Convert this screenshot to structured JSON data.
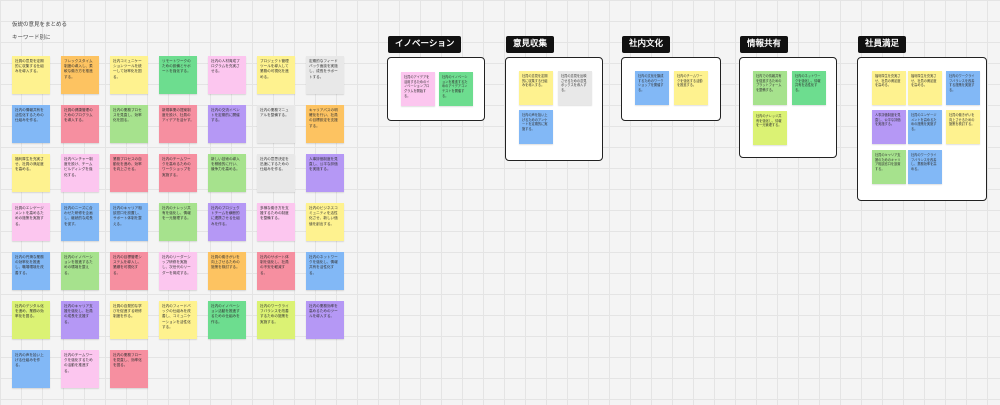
{
  "board": {
    "title": "仮説の意見をまとめる",
    "subtitle": "キーワード別に"
  },
  "colors": {
    "yellow": "#fef28f",
    "orange": "#fdc361",
    "green": "#a6e28d",
    "mint": "#6ddd8f",
    "pink": "#fcc6ef",
    "red": "#f68fa0",
    "purple": "#b598f5",
    "blue": "#82b8f6",
    "lime": "#dbf274",
    "grey": "#e8e8e8"
  },
  "left_notes": [
    {
      "text": "社員の意見を定期的に収集する仕組みを導入する。",
      "color": "yellow"
    },
    {
      "text": "フレックスタイム制度の導入し、柔軟な働き方を推進する。",
      "color": "orange"
    },
    {
      "text": "社内コミュニケーションツールを統一して効率化を図る。",
      "color": "yellow"
    },
    {
      "text": "リモートワークのための設備とサポートを強化する。",
      "color": "mint"
    },
    {
      "text": "社内の人材育成プログラムを充実させる。",
      "color": "pink"
    },
    {
      "text": "プロジェクト管理ツールを導入して業務の可視化を進める。",
      "color": "yellow"
    },
    {
      "text": "定期的なフィードバック面談を実施し、成長をサポートする。",
      "color": "grey"
    },
    {
      "text": "社内の情報共有を活性化するための仕組みを作る。",
      "color": "blue"
    },
    {
      "text": "社員の健康管理のためのプログラムを導入する。",
      "color": "red"
    },
    {
      "text": "社内の業務プロセスを見直し、効率化を図る。",
      "color": "green"
    },
    {
      "text": "新規事業の提案制度を設け、社員のアイデアを活かす。",
      "color": "red"
    },
    {
      "text": "社内の交流イベントを定期的に開催する。",
      "color": "purple"
    },
    {
      "text": "社内の業務マニュアルを整備する。",
      "color": "grey"
    },
    {
      "text": "キャリアパスの明確化を行い、社員の目標設定を支援する。",
      "color": "orange"
    },
    {
      "text": "福利厚生を充実させ、社員の満足度を高める。",
      "color": "yellow"
    },
    {
      "text": "社内ベンチャー制度を設け、チームビルディングを強化する。",
      "color": "pink"
    },
    {
      "text": "業務プロセスの自動化を進め、効率を向上させる。",
      "color": "red"
    },
    {
      "text": "社内のチームワークを高めるためのワークショップを実施する。",
      "color": "red"
    },
    {
      "text": "新しい技術の導入を積極的に行い、競争力を高める。",
      "color": "green"
    },
    {
      "text": "社内の意思決定を迅速にするための仕組みを作る。",
      "color": "grey"
    },
    {
      "text": "人事評価制度を見直し、公平な評価を実施する。",
      "color": "purple"
    },
    {
      "text": "社員のエンゲージメントを高めるための施策を実施する。",
      "color": "pink"
    },
    {
      "text": "社内のニーズに合わせた研修を企画し、継続的な成長を促す。",
      "color": "blue"
    },
    {
      "text": "社内のキャリア相談窓口を設置し、サポート体制を整える。",
      "color": "blue"
    },
    {
      "text": "社内のナレッジ共有を強化し、情報を一元管理する。",
      "color": "green"
    },
    {
      "text": "社内のプロジェクトチームを横断的に連携させる仕組みを作る。",
      "color": "purple"
    },
    {
      "text": "多様な働き方を支援するための制度を整備する。",
      "color": "pink"
    },
    {
      "text": "社内のビジネスコミュニティを活性化させ、新しい価値を創出する。",
      "color": "yellow"
    },
    {
      "text": "社内の円滑な業務の効率化を推進し、職場環境を改善する。",
      "color": "blue"
    },
    {
      "text": "社内のイノベーションを推進するための環境を整える。",
      "color": "green"
    },
    {
      "text": "社内の目標管理システムを導入し、業績を可視化する。",
      "color": "red"
    },
    {
      "text": "社内のリーダーシップ研修を実施し、次世代のリーダーを育成する。",
      "color": "pink"
    },
    {
      "text": "社員の働きがいを向上させるための施策を検討する。",
      "color": "orange"
    },
    {
      "text": "社内のサポート体制を強化し、社員の不安を軽減する。",
      "color": "red"
    },
    {
      "text": "社内のネットワークを強化し、情報共有を活性化する。",
      "color": "blue"
    },
    {
      "text": "社内のデジタル化を進め、業務の効率化を図る。",
      "color": "lime"
    },
    {
      "text": "社内のキャリア支援を強化し、社員の成長を支援する。",
      "color": "purple"
    },
    {
      "text": "社員の自発的な学びを促進する研修制度を作る。",
      "color": "yellow"
    },
    {
      "text": "社内のフィードバックの仕組みを改善し、コミュニケーションを活性化する。",
      "color": "yellow"
    },
    {
      "text": "社内のイノベーション活動を推進するための仕組みを作る。",
      "color": "mint"
    },
    {
      "text": "社内のワークライフバランスを改善するための施策を実施する。",
      "color": "lime"
    },
    {
      "text": "社内の業務効率を高めるためのツールを導入する。",
      "color": "purple"
    },
    {
      "text": "社内の声を拾い上げる仕組みを作る。",
      "color": "blue"
    },
    {
      "text": "社内のチームワークを強化するための活動を推進する。",
      "color": "pink"
    },
    {
      "text": "社内の業務フローを見直し、効率化を図る。",
      "color": "red"
    }
  ],
  "groups": [
    {
      "label": "イノベーション",
      "notes": [
        {
          "text": "社員のアイデアを活用するためのイノベーションプログラムを開始する。",
          "color": "pink"
        },
        {
          "text": "社内のイノベーションを推進するためのアイデアコンテストを開催する。",
          "color": "mint"
        }
      ]
    },
    {
      "label": "意見収集",
      "notes": [
        {
          "text": "社員の意見を定期的に収集する仕組みを導入する。",
          "color": "yellow"
        },
        {
          "text": "社員の意見を反映させるための意見ボックスを導入する。",
          "color": "grey"
        },
        {
          "text": "社内の声を拾い上げるためのアンケートを定期的に実施する。",
          "color": "blue"
        }
      ]
    },
    {
      "label": "社内文化",
      "notes": [
        {
          "text": "社内の文化を醸成するためのワークショップを開催する。",
          "color": "blue"
        },
        {
          "text": "社内のチームワークを強化する活動を推進する。",
          "color": "yellow"
        }
      ]
    },
    {
      "label": "情報共有",
      "notes": [
        {
          "text": "社内での情報共有を促進するためのプラットフォームを整備する。",
          "color": "green"
        },
        {
          "text": "社内のネットワークを強化し、情報共有を活性化する。",
          "color": "mint"
        },
        {
          "text": "社内のナレッジ共有を強化し、情報を一元管理する。",
          "color": "lime"
        }
      ]
    },
    {
      "label": "社員満足",
      "notes": [
        {
          "text": "福利厚生を充実させ、社員の満足度を高める。",
          "color": "yellow"
        },
        {
          "text": "福利厚生を充実させ、社員の満足度を高める。",
          "color": "yellow"
        },
        {
          "text": "社内のワークライフバランスを改善する施策を実施する。",
          "color": "blue"
        },
        {
          "text": "人事評価制度を見直し、公平な評価を実施する。",
          "color": "purple"
        },
        {
          "text": "社員のエンゲージメントを高めるための施策を実施する。",
          "color": "blue"
        },
        {
          "text": "社員の働きがいを向上させるための施策を検討する。",
          "color": "yellow"
        },
        {
          "text": "社員のキャリア支援のためのキャリア相談窓口を設置する。",
          "color": "green"
        },
        {
          "text": "社内のワークライフバランスを改善し、業務効率を高める。",
          "color": "blue"
        }
      ]
    }
  ]
}
